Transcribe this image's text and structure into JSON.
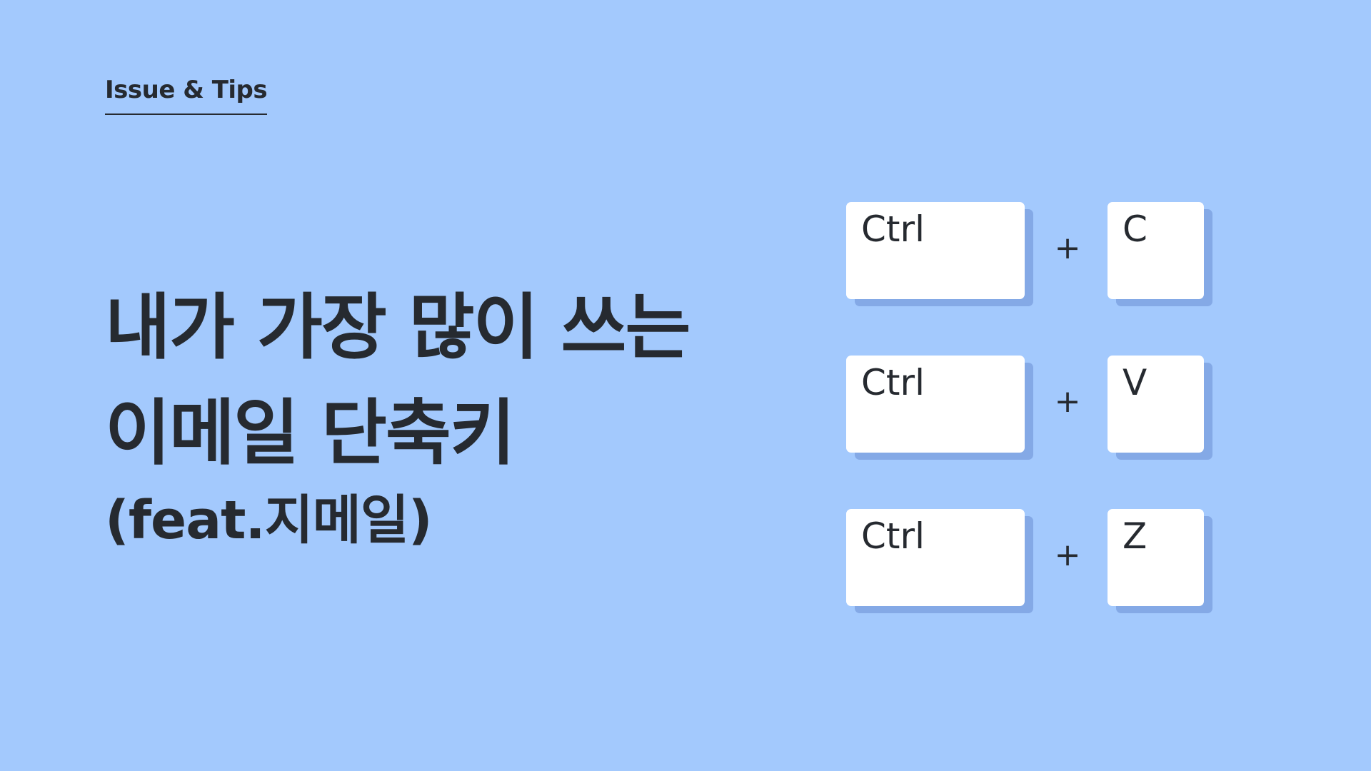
{
  "header": {
    "category": "Issue & Tips"
  },
  "headline": {
    "lines": [
      "내가 가장 많이 쓰는",
      "이메일 단축키"
    ],
    "subtitle": "(feat.지메일)"
  },
  "shortcuts": [
    {
      "modifier": "Ctrl",
      "plus": "+",
      "key": "C"
    },
    {
      "modifier": "Ctrl",
      "plus": "+",
      "key": "V"
    },
    {
      "modifier": "Ctrl",
      "plus": "+",
      "key": "Z"
    }
  ],
  "colors": {
    "background": "#a3c9fd",
    "text": "#262a30",
    "key_face": "#ffffff",
    "key_shadow": "#84a9e6"
  }
}
